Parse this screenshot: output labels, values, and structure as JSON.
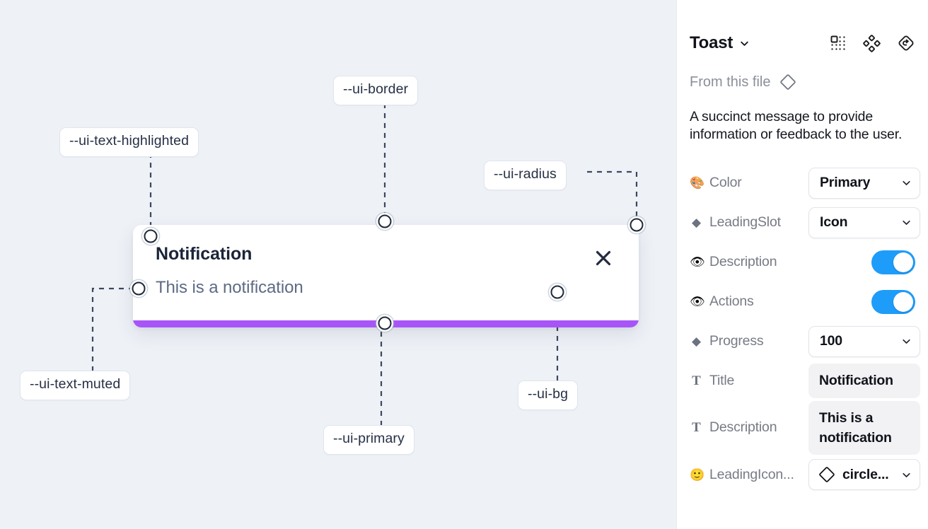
{
  "canvas": {
    "background_color": "#eef1f6",
    "tokens": [
      {
        "name": "ui-text-highlighted",
        "label": "--ui-text-highlighted"
      },
      {
        "name": "ui-border",
        "label": "--ui-border"
      },
      {
        "name": "ui-radius",
        "label": "--ui-radius"
      },
      {
        "name": "ui-text-muted",
        "label": "--ui-text-muted"
      },
      {
        "name": "ui-primary",
        "label": "--ui-primary"
      },
      {
        "name": "ui-bg",
        "label": "--ui-bg"
      }
    ]
  },
  "toast": {
    "title": "Notification",
    "description": "This is a notification",
    "close_icon": "close-x-icon",
    "progress_color": "#a855f7",
    "background_color": "#ffffff"
  },
  "panel": {
    "title": "Toast",
    "title_chevron_icon": "chevron-down-icon",
    "header_icons": [
      {
        "name": "component-set-icon"
      },
      {
        "name": "variants-icon"
      },
      {
        "name": "reset-instance-icon"
      }
    ],
    "from_file_label": "From this file",
    "from_file_icon": "diamond-icon",
    "component_description": "A succinct message to provide information or feedback to the user.",
    "properties": [
      {
        "icon": "palette-emoji",
        "glyph": "🎨",
        "icon_kind": "emoji",
        "label": "Color",
        "control": "select",
        "value": "Primary"
      },
      {
        "icon": "diamond-icon",
        "glyph": "◆",
        "icon_kind": "diamond",
        "label": "LeadingSlot",
        "control": "select",
        "value": "Icon"
      },
      {
        "icon": "eye-emoji",
        "glyph": "👁",
        "icon_kind": "emoji",
        "label": "Description",
        "control": "toggle",
        "value": "on"
      },
      {
        "icon": "eye-emoji",
        "glyph": "👁",
        "icon_kind": "emoji",
        "label": "Actions",
        "control": "toggle",
        "value": "on"
      },
      {
        "icon": "diamond-icon",
        "glyph": "◆",
        "icon_kind": "diamond",
        "label": "Progress",
        "control": "select",
        "value": "100"
      },
      {
        "icon": "text-icon",
        "glyph": "T",
        "icon_kind": "tletter",
        "label": "Title",
        "control": "text",
        "value": "Notification"
      },
      {
        "icon": "text-icon",
        "glyph": "T",
        "icon_kind": "tletter",
        "label": "Description",
        "control": "text",
        "value": "This is a notification"
      },
      {
        "icon": "smiley-emoji",
        "glyph": "🙂",
        "icon_kind": "emoji",
        "label": "LeadingIcon...",
        "control": "select-icon",
        "value": "circle..."
      }
    ],
    "toggle_on_color": "#1e9cfa"
  }
}
